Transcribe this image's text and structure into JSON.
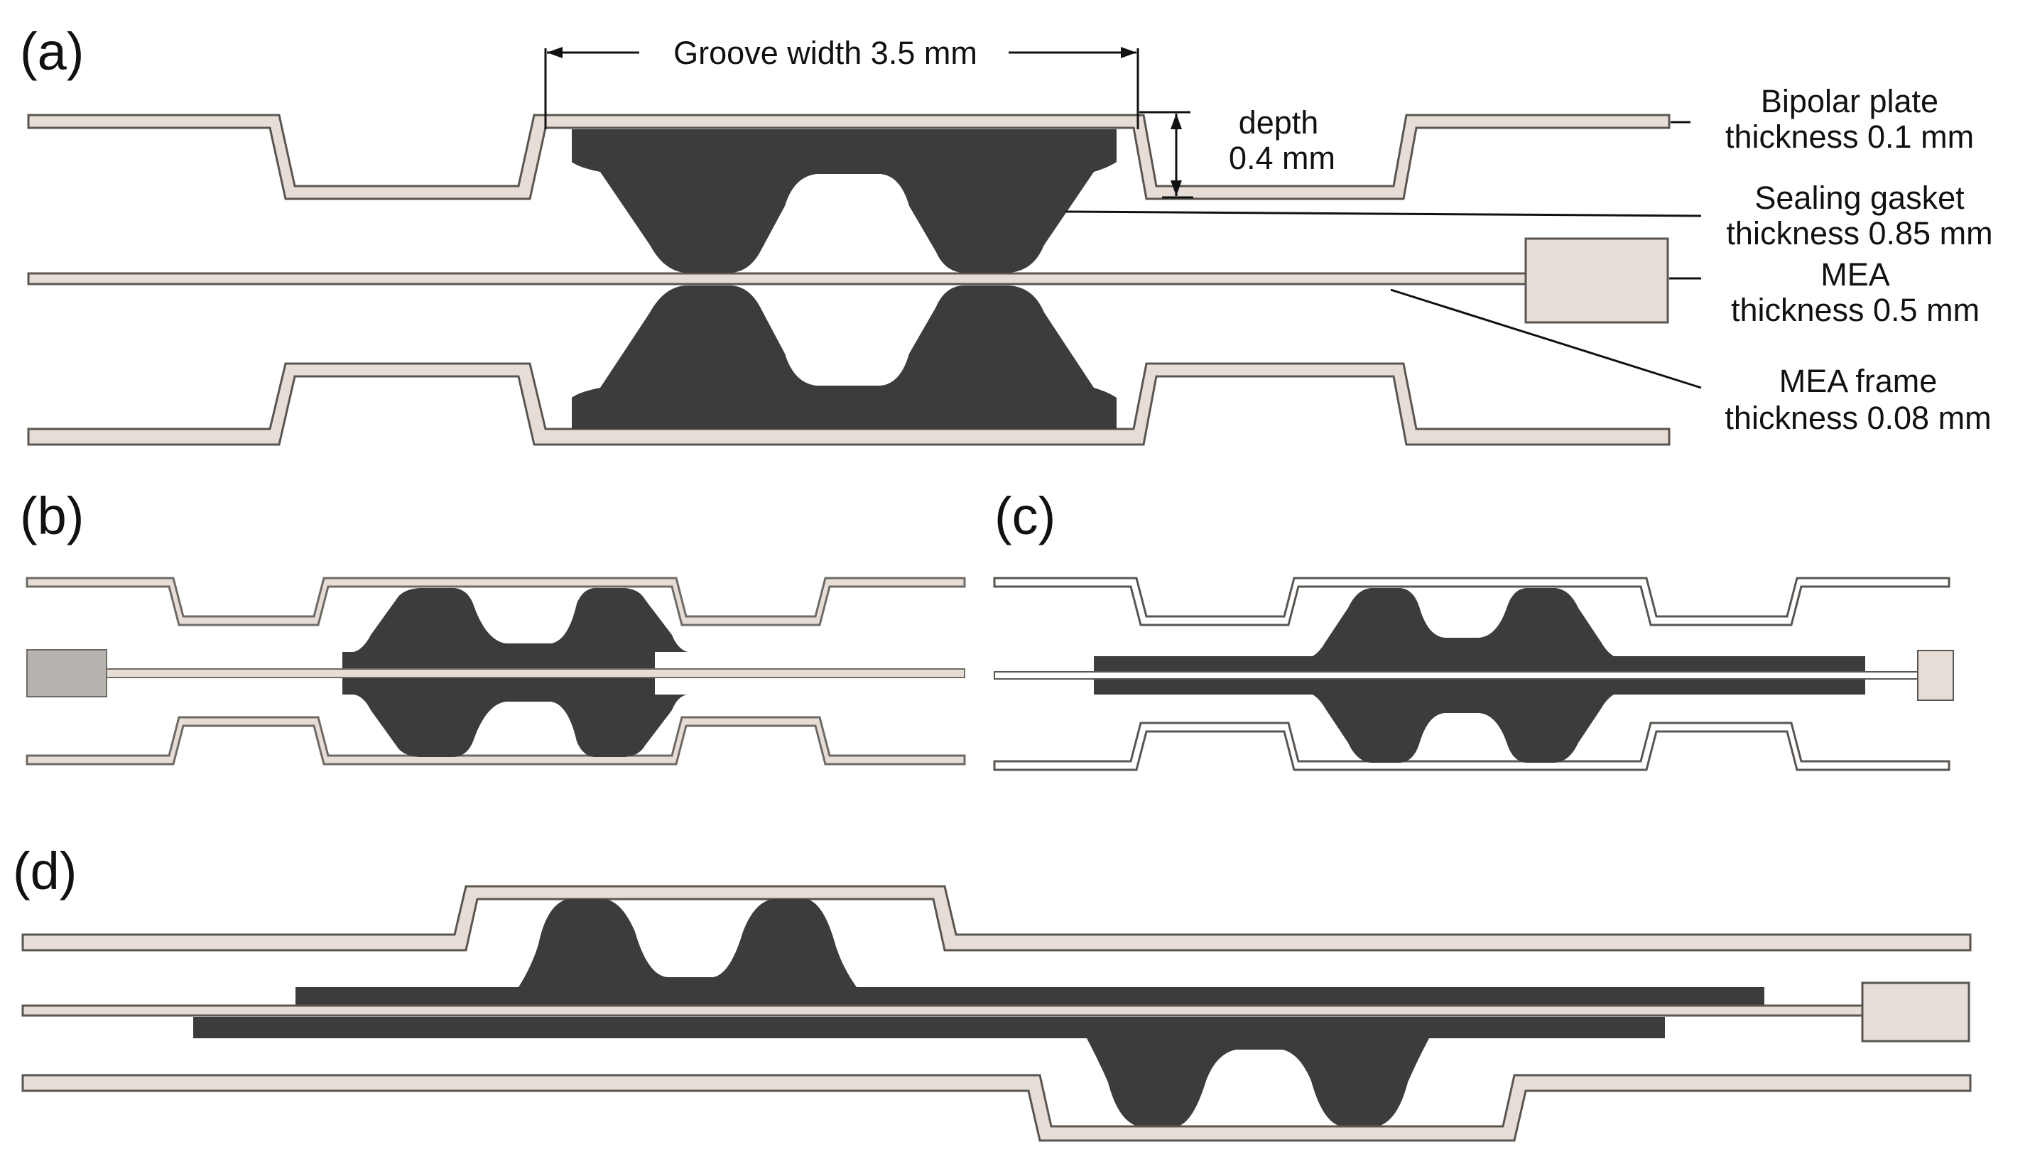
{
  "panels": {
    "a": {
      "label": "(a)"
    },
    "b": {
      "label": "(b)"
    },
    "c": {
      "label": "(c)"
    },
    "d": {
      "label": "(d)"
    }
  },
  "dimensions": {
    "groove_width": "Groove width 3.5 mm",
    "depth_line1": "depth",
    "depth_line2": "0.4 mm"
  },
  "annotations": {
    "bipolar_plate": {
      "name": "Bipolar plate",
      "value": "thickness 0.1 mm"
    },
    "sealing_gasket": {
      "name": "Sealing gasket",
      "value": "thickness 0.85 mm"
    },
    "mea": {
      "name": "MEA",
      "value": "thickness 0.5 mm"
    },
    "mea_frame": {
      "name": "MEA frame",
      "value": "thickness 0.08 mm"
    }
  },
  "colors": {
    "plate_fill": "#e6ddd6",
    "plate_stroke": "#5a5550",
    "gasket": "#3c3c3c",
    "mea_fill": "#e6ddd6",
    "mea_b_connector": "#b8b3ae",
    "leader_line": "#111111"
  }
}
